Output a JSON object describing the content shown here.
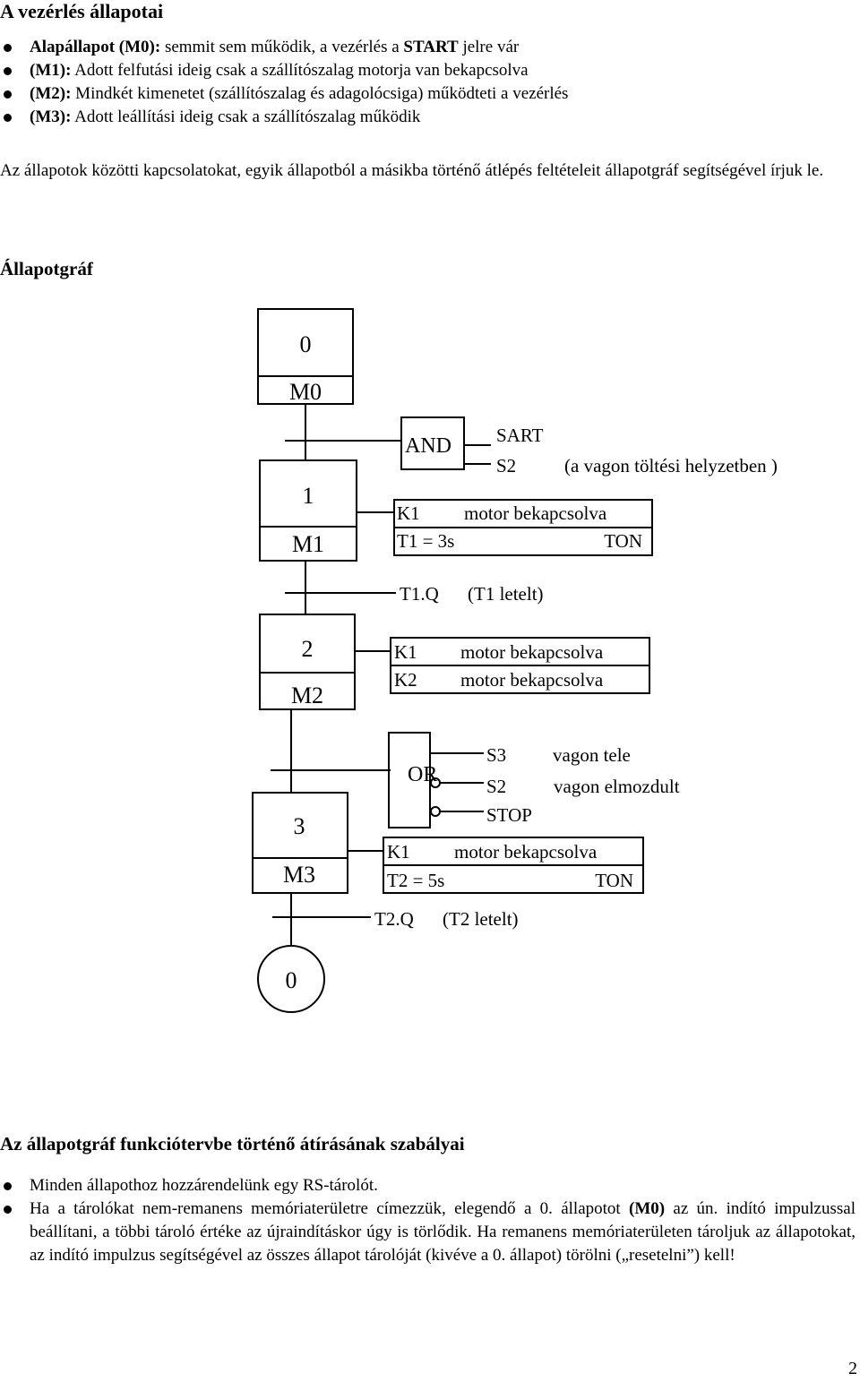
{
  "title": "A vezérlés állapotai",
  "states": [
    {
      "label": "Alapállapot (M0):",
      "text": " semmit sem működik, a vezérlés a ",
      "bold2": "START",
      "tail": " jelre vár"
    },
    {
      "label": "(M1):",
      "text": " Adott felfutási ideig csak a szállítószalag motorja van bekapcsolva"
    },
    {
      "label": "(M2):",
      "text": " Mindkét kimenetet (szállítószalag és adagolócsiga) működteti a vezérlés"
    },
    {
      "label": "(M3):",
      "text": " Adott leállítási ideig csak a szállítószalag működik"
    }
  ],
  "paragraph": "Az állapotok közötti kapcsolatokat, egyik állapotból a másikba történő átlépés feltételeit állapotgráf segítségével írjuk le.",
  "graph_heading": "Állapotgráf",
  "graph": {
    "step0_num": "0",
    "step0_name": "M0",
    "step1_num": "1",
    "step1_name": "M1",
    "step2_num": "2",
    "step2_name": "M2",
    "step3_num": "3",
    "step3_name": "M3",
    "end_num": "0",
    "and_label": "AND",
    "and_in1": "SART",
    "and_in2": "S2",
    "and_note": "(a vagon töltési helyzetben )",
    "m1_out_sig": "K1",
    "m1_out_text": "motor bekapcsolva",
    "m1_timer": "T1 = 3s",
    "m1_timer_type": "TON",
    "t1_sig": "T1.Q",
    "t1_note": "(T1 letelt)",
    "m2_out1_sig": "K1",
    "m2_out1_text": "motor bekapcsolva",
    "m2_out2_sig": "K2",
    "m2_out2_text": "motor bekapcsolva",
    "or_label": "OR",
    "or_in1": "S3",
    "or_in1_note": "vagon tele",
    "or_in2": "S2",
    "or_in2_note": "vagon elmozdult",
    "or_in3": "STOP",
    "m3_out_sig": "K1",
    "m3_out_text": "motor bekapcsolva",
    "m3_timer": "T2 = 5s",
    "m3_timer_type": "TON",
    "t2_sig": "T2.Q",
    "t2_note": "(T2 letelt)"
  },
  "rules_heading": "Az állapotgráf funkciótervbe történő átírásának szabályai",
  "rules": {
    "r1": "Minden állapothoz hozzárendelünk egy RS-tárolót.",
    "r2_a": "Ha a tárolókat nem-remanens memóriaterületre címezzük, elegendő a 0. állapotot ",
    "r2_bold": "(M0)",
    "r2_b": " az ún. indító impulzussal beállítani, a többi tároló értéke az újraindításkor úgy is törlődik. Ha remanens memóriaterületen tároljuk az állapotokat, az indító impulzus segítségével az összes állapot tárolóját (kivéve a 0. állapot) törölni („resetelni”) kell!"
  },
  "page_number": "2"
}
